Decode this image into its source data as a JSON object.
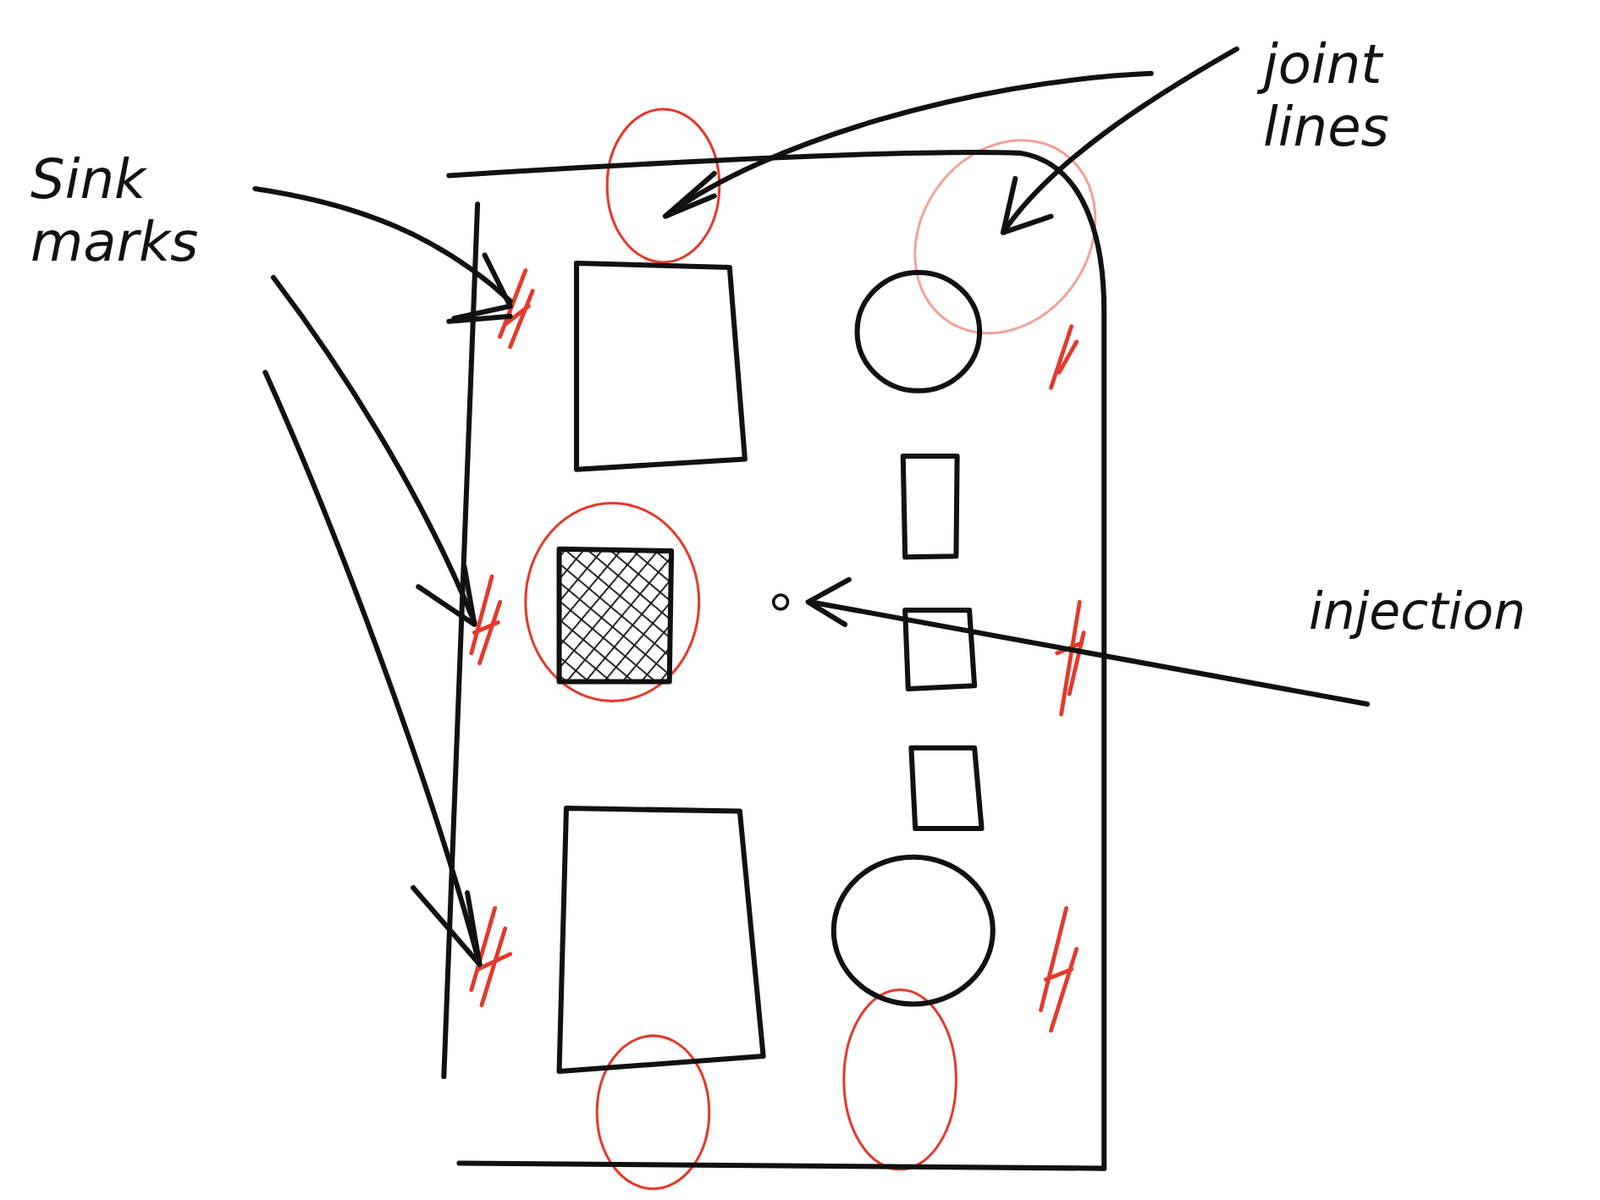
{
  "diagram": {
    "labels": [
      "Sink marks",
      "joint lines",
      "injection"
    ]
  }
}
